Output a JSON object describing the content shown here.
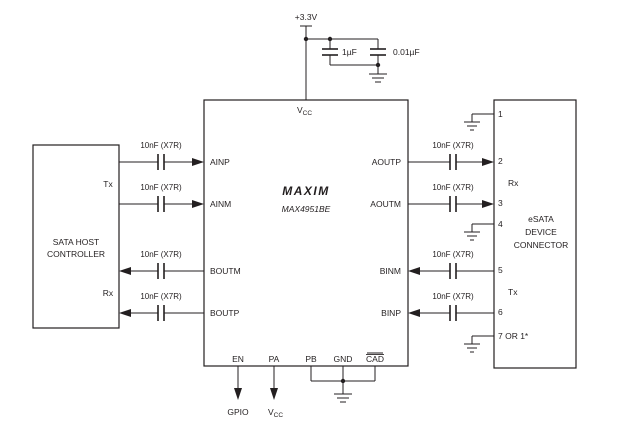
{
  "supply": {
    "label": "+3.3V"
  },
  "bypass": {
    "c1": "1µF",
    "c2": "0.01µF"
  },
  "chip": {
    "brand": "MAXIM",
    "part": "MAX4951BE",
    "vcc_main": "V",
    "vcc_sub": "CC",
    "pins_left": [
      "AINP",
      "AINM",
      "BOUTM",
      "BOUTP"
    ],
    "pins_right": [
      "AOUTP",
      "AOUTM",
      "BINM",
      "BINP"
    ],
    "pins_bottom": [
      "EN",
      "PA",
      "PB",
      "GND",
      "CAD"
    ]
  },
  "host": {
    "line1": "SATA HOST",
    "line2": "CONTROLLER",
    "tx": "Tx",
    "rx": "Rx"
  },
  "cap_label": "10nF (X7R)",
  "connector": {
    "line1": "eSATA",
    "line2": "DEVICE",
    "line3": "CONNECTOR",
    "rx": "Rx",
    "tx": "Tx",
    "pins": [
      "1",
      "2",
      "3",
      "4",
      "5",
      "6",
      "7 OR 1*"
    ]
  },
  "bottom": {
    "gpio": "GPIO",
    "vcc_main": "V",
    "vcc_sub": "CC"
  }
}
